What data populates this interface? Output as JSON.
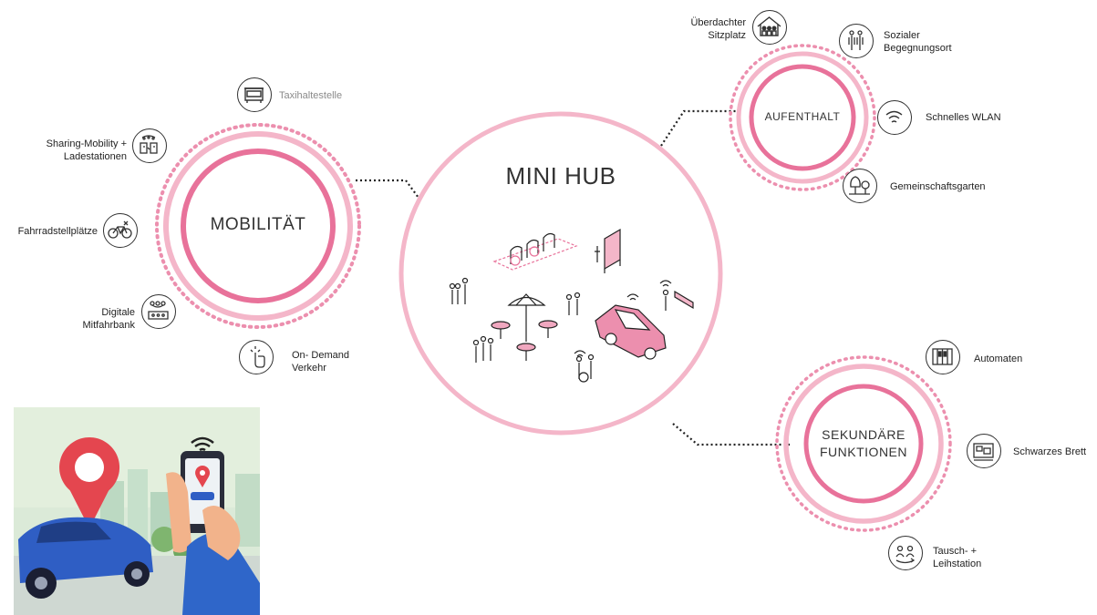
{
  "center": {
    "title": "MINI HUB"
  },
  "hubs": {
    "mobilitaet": {
      "title": "MOBILITÄT",
      "items": [
        {
          "label": "Taxihaltestelle",
          "icon": "bus-stop-icon"
        },
        {
          "label": "Sharing-Mobility + Ladestationen",
          "icon": "charging-station-icon"
        },
        {
          "label": "Fahrradstellplätze",
          "icon": "bicycle-icon"
        },
        {
          "label": "Digitale Mitfahrbank",
          "icon": "ride-bench-icon"
        },
        {
          "label": "On- Demand Verkehr",
          "icon": "tap-icon"
        }
      ]
    },
    "aufenthalt": {
      "title": "AUFENTHALT",
      "items": [
        {
          "label": "Überdachter Sitzplatz",
          "icon": "shelter-icon"
        },
        {
          "label": "Sozialer Begegnungsort",
          "icon": "people-icon"
        },
        {
          "label": "Schnelles WLAN",
          "icon": "wifi-icon"
        },
        {
          "label": "Gemeinschaftsgarten",
          "icon": "tree-icon"
        }
      ]
    },
    "sekundaer": {
      "title": "SEKUNDÄRE FUNKTIONEN",
      "items": [
        {
          "label": "Automaten",
          "icon": "vending-machine-icon"
        },
        {
          "label": "Schwarzes Brett",
          "icon": "notice-board-icon"
        },
        {
          "label": "Tausch- + Leihstation",
          "icon": "exchange-icon"
        }
      ]
    }
  },
  "colors": {
    "ring_light": "#f4b6c9",
    "ring_strong": "#e8729a",
    "dots": "#ec8fae",
    "line": "#222222"
  }
}
